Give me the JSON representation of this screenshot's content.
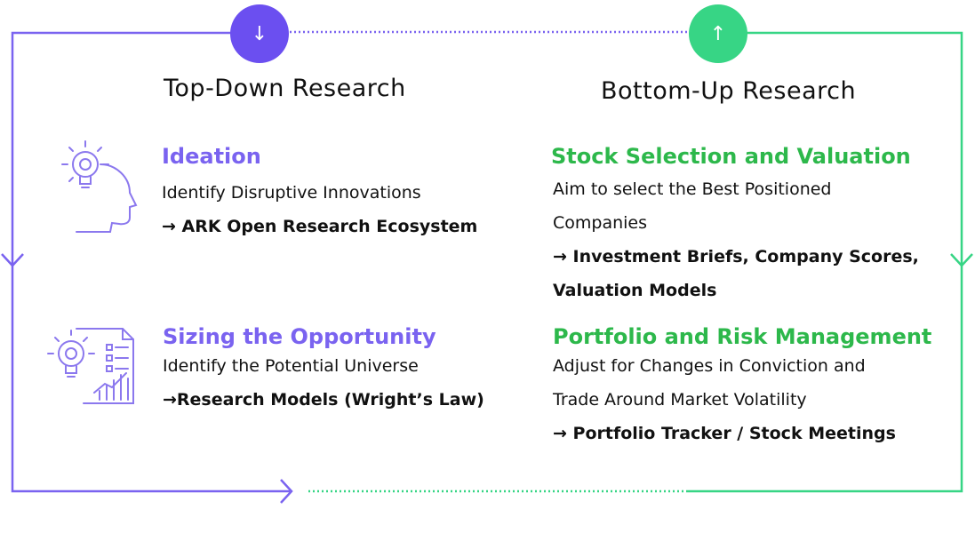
{
  "colors": {
    "purple": "#7a63f0",
    "green": "#37d585",
    "green_text": "#2db84b"
  },
  "badges": {
    "left": {
      "icon": "arrow-down-icon",
      "glyph": "↓"
    },
    "right": {
      "icon": "arrow-up-icon",
      "glyph": "↑"
    }
  },
  "top_down": {
    "title": "Top-Down Research",
    "ideation": {
      "title": "Ideation",
      "body": "Identify Disruptive Innovations",
      "link": "→ ARK Open Research Ecosystem",
      "icon": "lightbulb-head-icon"
    },
    "sizing": {
      "title": "Sizing the Opportunity",
      "body": "Identify the Potential Universe",
      "link": "→Research Models (Wright’s Law)",
      "icon": "lightbulb-chart-icon"
    }
  },
  "bottom_up": {
    "title": "Bottom-Up Research",
    "stock": {
      "title": "Stock Selection and Valuation",
      "body_line1": "Aim to select the Best Positioned",
      "body_line2": "Companies",
      "link_line1": "→ Investment Briefs, Company Scores,",
      "link_line2": "Valuation Models"
    },
    "portfolio": {
      "title": "Portfolio and Risk Management",
      "body_line1": "Adjust for Changes in Conviction and",
      "body_line2": "Trade Around Market Volatility",
      "link": "→ Portfolio Tracker / Stock Meetings"
    }
  }
}
